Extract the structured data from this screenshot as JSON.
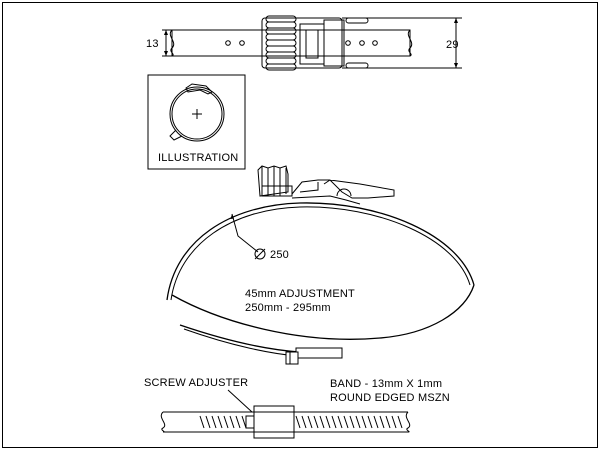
{
  "drawing": {
    "dimensions": {
      "band_width": "13",
      "overall_height": "29",
      "diameter": "250"
    },
    "illustration_label": "ILLUSTRATION",
    "adjustment": {
      "line1": "45mm ADJUSTMENT",
      "line2": "250mm - 295mm"
    },
    "screw_adjuster_label": "SCREW ADJUSTER",
    "band": {
      "line1": "BAND - 13mm X 1mm",
      "line2": "ROUND EDGED MSZN"
    }
  }
}
